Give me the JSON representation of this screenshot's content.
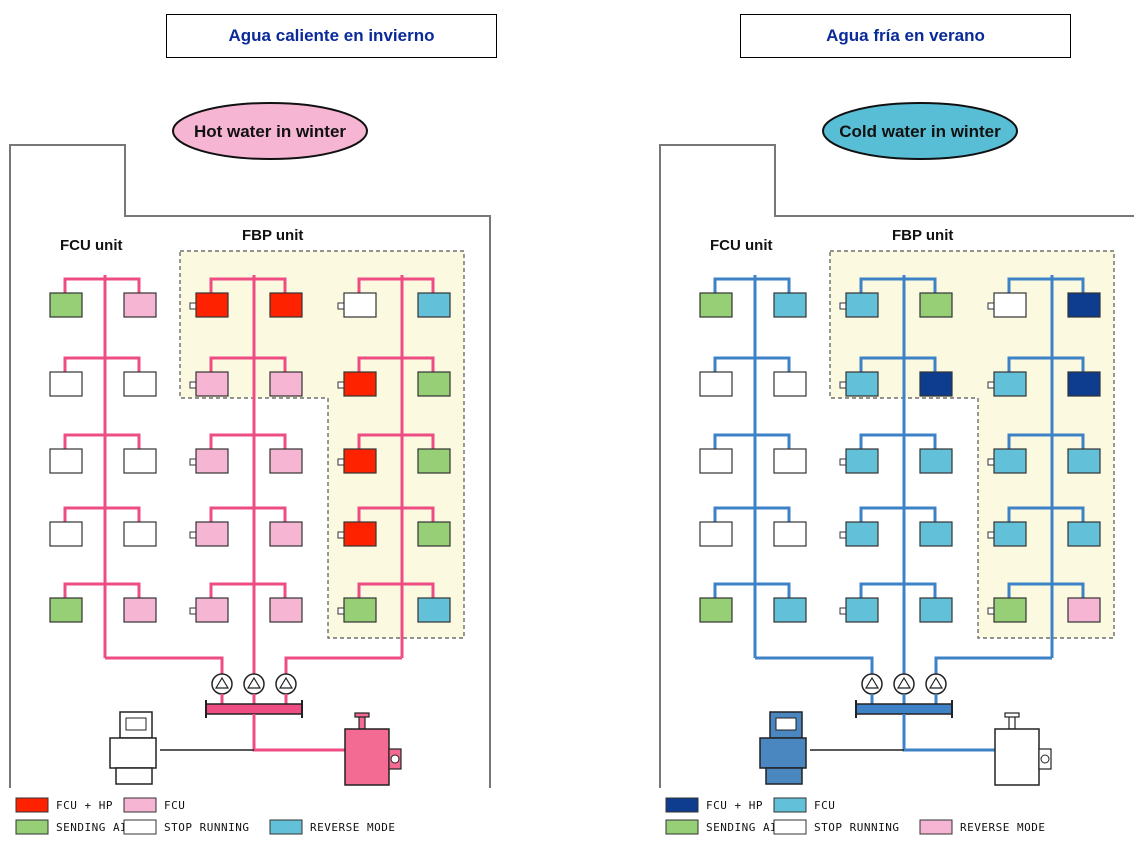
{
  "headers": {
    "left": "Agua caliente en invierno",
    "right": "Agua fría en verano"
  },
  "colors": {
    "red": "#ff2200",
    "pink": "#f6b5d3",
    "green": "#96cf76",
    "white": "#ffffff",
    "lightblue": "#62c0d8",
    "navy": "#0e3c8e",
    "pipe_hot": "#ee4d83",
    "pipe_cold": "#3d82c6",
    "fbp_fill": "#fbf9e0",
    "bubble_hot": "#f6b5d3",
    "bubble_cold": "#58bed6"
  },
  "panels": [
    {
      "bubble": "Hot water in winter",
      "fcu_label": "FCU unit",
      "fbp_label": "FBP unit",
      "pipe_color": "#ee4d83",
      "bubble_color": "#f6b5d3",
      "chiller_color": "#ffffff",
      "boiler_color": "#f36b93",
      "units": [
        [
          "green",
          "pink",
          "red",
          "red",
          "white",
          "lightblue"
        ],
        [
          "white",
          "white",
          "pink",
          "pink",
          "red",
          "green"
        ],
        [
          "white",
          "white",
          "pink",
          "pink",
          "red",
          "green"
        ],
        [
          "white",
          "white",
          "pink",
          "pink",
          "red",
          "green"
        ],
        [
          "green",
          "pink",
          "pink",
          "pink",
          "green",
          "lightblue"
        ]
      ],
      "legend": [
        {
          "color": "red",
          "label": "FCU + HP"
        },
        {
          "color": "pink",
          "label": "FCU"
        },
        {
          "color": "green",
          "label": "SENDING AIR"
        },
        {
          "color": "white",
          "label": "STOP RUNNING"
        },
        {
          "color": "lightblue",
          "label": "REVERSE MODE"
        }
      ]
    },
    {
      "bubble": "Cold water in winter",
      "fcu_label": "FCU unit",
      "fbp_label": "FBP unit",
      "pipe_color": "#3d82c6",
      "bubble_color": "#58bed6",
      "chiller_color": "#4a86c0",
      "boiler_color": "#ffffff",
      "units": [
        [
          "green",
          "lightblue",
          "lightblue",
          "green",
          "white",
          "navy"
        ],
        [
          "white",
          "white",
          "lightblue",
          "navy",
          "lightblue",
          "navy"
        ],
        [
          "white",
          "white",
          "lightblue",
          "lightblue",
          "lightblue",
          "lightblue"
        ],
        [
          "white",
          "white",
          "lightblue",
          "lightblue",
          "lightblue",
          "lightblue"
        ],
        [
          "green",
          "lightblue",
          "lightblue",
          "lightblue",
          "green",
          "pink"
        ]
      ],
      "legend": [
        {
          "color": "navy",
          "label": "FCU + HP"
        },
        {
          "color": "lightblue",
          "label": "FCU"
        },
        {
          "color": "green",
          "label": "SENDING AIR"
        },
        {
          "color": "white",
          "label": "STOP RUNNING"
        },
        {
          "color": "pink",
          "label": "REVERSE MODE"
        }
      ]
    }
  ]
}
